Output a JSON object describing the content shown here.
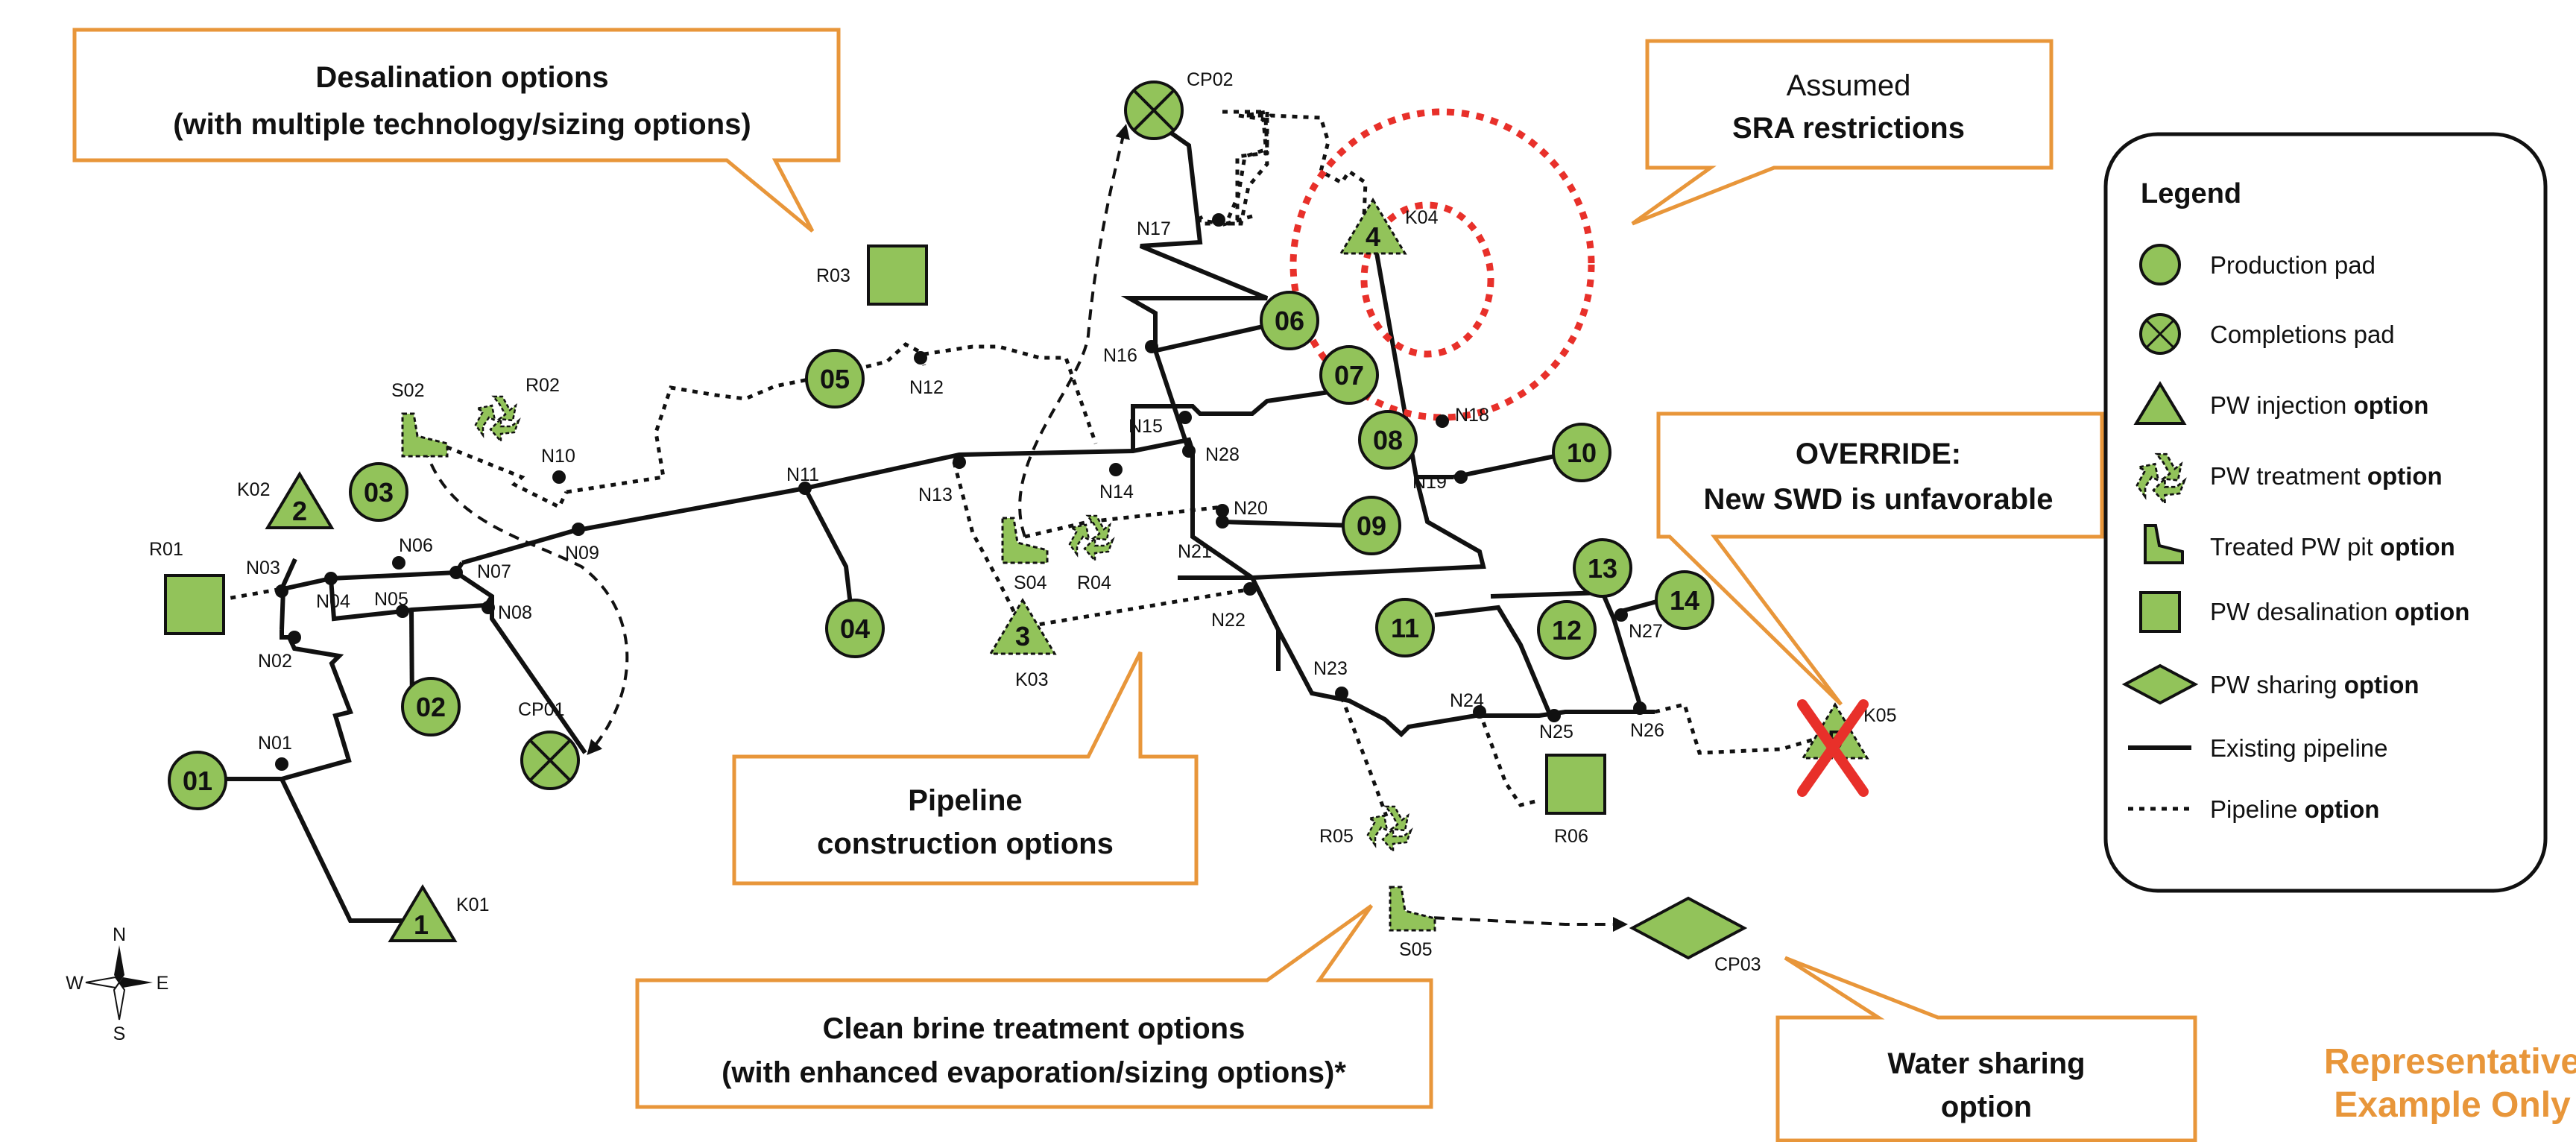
{
  "callouts": {
    "desal_line1": "Desalination options",
    "desal_line2": "(with multiple technology/sizing options)",
    "sra_line1": "Assumed",
    "sra_line2": "SRA restrictions",
    "override_line1": "OVERRIDE:",
    "override_line2": "New SWD is unfavorable",
    "pipeline_line1": "Pipeline",
    "pipeline_line2": "construction options",
    "brine_line1": "Clean brine treatment options",
    "brine_line2": "(with enhanced evaporation/sizing options)*",
    "sharing_line1": "Water sharing",
    "sharing_line2": "option"
  },
  "legend": {
    "title": "Legend",
    "items": [
      {
        "label": "Production pad",
        "bold": ""
      },
      {
        "label": "Completions pad",
        "bold": ""
      },
      {
        "label": "PW injection ",
        "bold": "option"
      },
      {
        "label": "PW treatment ",
        "bold": "option"
      },
      {
        "label": "Treated PW pit ",
        "bold": "option"
      },
      {
        "label": "PW desalination ",
        "bold": "option"
      },
      {
        "label": "PW sharing ",
        "bold": "option"
      },
      {
        "label": "Existing pipeline",
        "bold": ""
      },
      {
        "label": "Pipeline ",
        "bold": "option"
      }
    ]
  },
  "representative": {
    "line1": "Representative",
    "line2": "Example Only"
  },
  "compass": {
    "n": "N",
    "s": "S",
    "e": "E",
    "w": "W"
  },
  "production_pads": [
    "01",
    "02",
    "03",
    "04",
    "05",
    "06",
    "07",
    "08",
    "09",
    "10",
    "11",
    "12",
    "13",
    "14"
  ],
  "completion_pads": [
    "CP01",
    "CP02"
  ],
  "injection_labels": [
    "K01",
    "K02",
    "K03",
    "K04",
    "K05"
  ],
  "injection_numbers": [
    "1",
    "2",
    "3",
    "4",
    "5"
  ],
  "treatment_labels": [
    "R02",
    "R04",
    "R05"
  ],
  "pit_labels": [
    "S02",
    "S04",
    "S05"
  ],
  "desal_labels": [
    "R01",
    "R03",
    "R06"
  ],
  "sharing_label": "CP03",
  "nodes": [
    "N01",
    "N02",
    "N03",
    "N04",
    "N05",
    "N06",
    "N07",
    "N08",
    "N09",
    "N10",
    "N11",
    "N12",
    "N13",
    "N14",
    "N15",
    "N16",
    "N17",
    "N18",
    "N19",
    "N20",
    "N21",
    "N22",
    "N23",
    "N24",
    "N25",
    "N26",
    "N27",
    "N28"
  ],
  "colors": {
    "green": "#92c35a",
    "orange": "#e8963a",
    "red": "#e8302a",
    "sra_dotted": "#e8302a"
  }
}
